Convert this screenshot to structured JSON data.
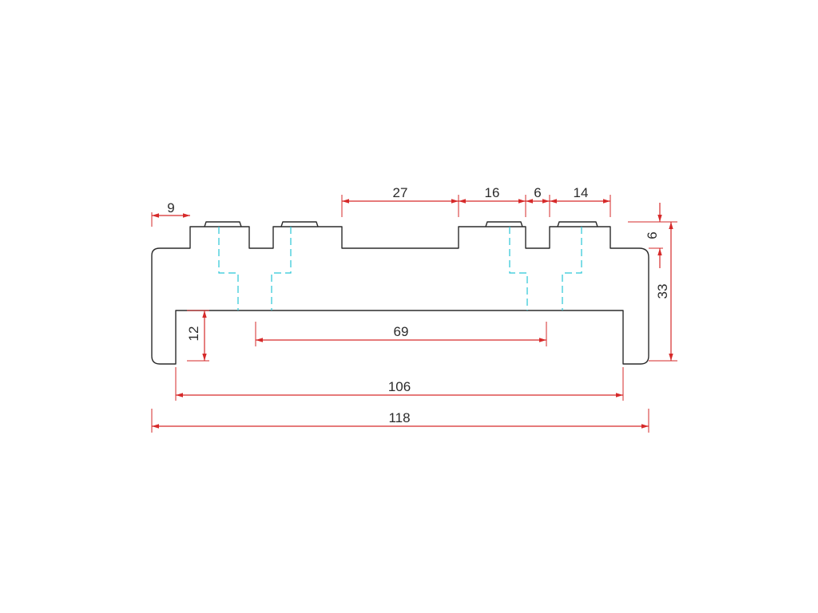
{
  "drawing": {
    "line_color": "#2b2b2b",
    "dimension_color": "#d62a2a",
    "hidden_line_color": "#29c6d6",
    "dimensions": {
      "end_offset": "9",
      "slot_spacing": "27",
      "slot_width": "16",
      "land_width": "6",
      "lug_width": "14",
      "lug_height": "6",
      "overall_height": "33",
      "lip_height": "12",
      "inner_span": "69",
      "base_width": "106",
      "overall_width": "118"
    }
  }
}
